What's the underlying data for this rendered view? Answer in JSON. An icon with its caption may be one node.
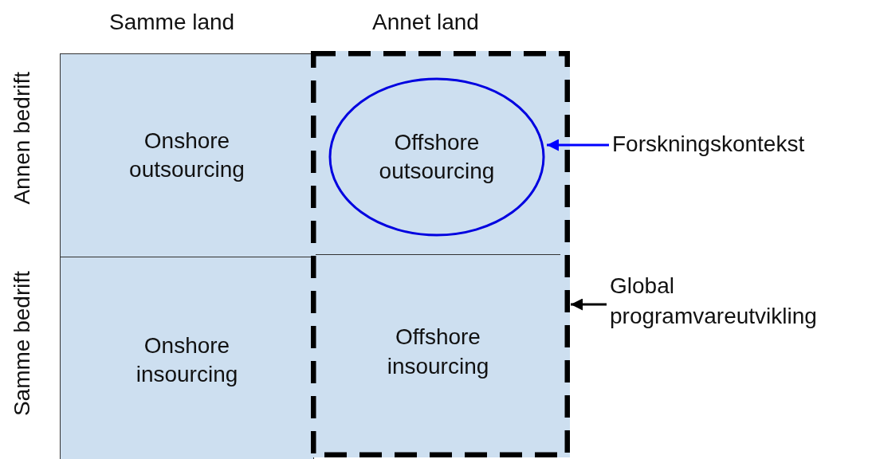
{
  "diagram": {
    "nodes": [
      {
        "text": [
          "Onshore outsourcing"
        ]
      },
      {
        "text": [],
        "shape": "box"
      },
      {
        "text": [
          "Offshore outsourcing"
        ],
        "in": 1
      },
      {
        "text": [
          "Onshore insourcing"
        ]
      },
      {
        "text": [
          "Offshore insourcing"
        ],
        "in": 1
      },
      {
        "text": [
          "Forskningskontekst"
        ]
      },
      {
        "text": [
          "Global programvareutvikling"
        ]
      }
    ],
    "edges": [
      {
        "from": 5,
        "to": 2,
        "arrow": "to",
        "color": "#0000ff"
      },
      {
        "from": 6,
        "to": 1,
        "arrow": "to",
        "color": "#000000"
      }
    ],
    "labels": [
      "Samme land",
      "Annet land",
      "Annen bedrift",
      "Samme bedrift"
    ]
  }
}
